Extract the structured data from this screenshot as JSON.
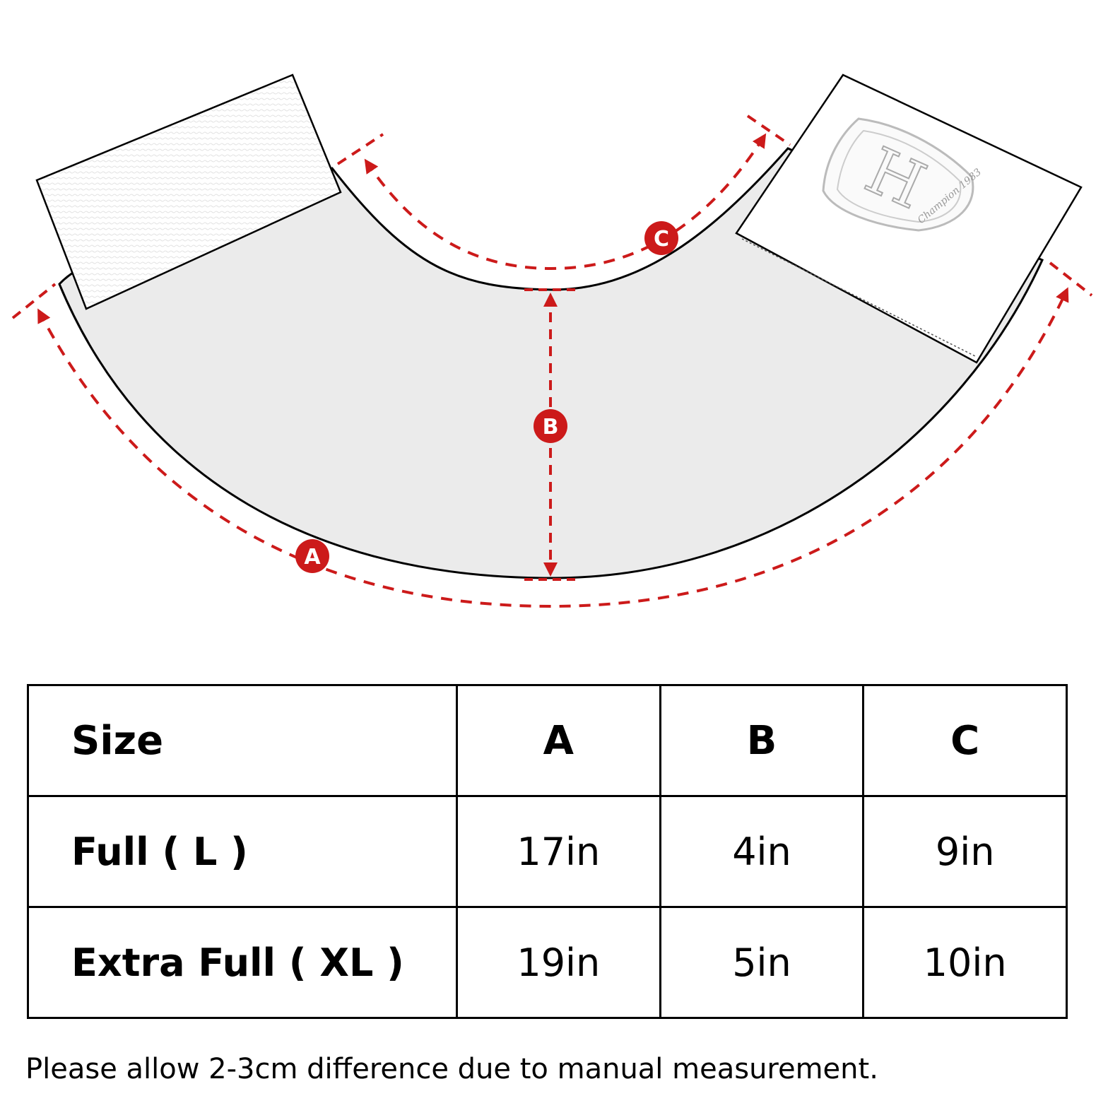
{
  "diagram": {
    "markers": {
      "a": "A",
      "b": "B",
      "c": "C"
    },
    "logo_text": "Champion 1983",
    "accent_color": "#cc1a1a",
    "pad_fill_color": "#ebebeb"
  },
  "size_table": {
    "headers": {
      "size": "Size",
      "a": "A",
      "b": "B",
      "c": "C"
    },
    "rows": [
      {
        "size": "Full ( L )",
        "a": "17in",
        "b": "4in",
        "c": "9in"
      },
      {
        "size": "Extra Full ( XL )",
        "a": "19in",
        "b": "5in",
        "c": "10in"
      }
    ]
  },
  "footnote": "Please allow 2-3cm difference due to manual measurement."
}
